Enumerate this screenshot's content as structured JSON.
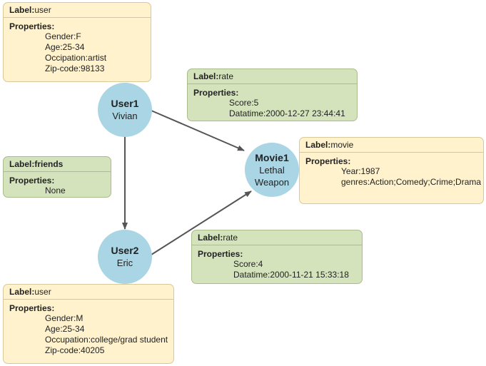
{
  "nodes": {
    "user1": {
      "name": "User1",
      "line1": "Vivian"
    },
    "user2": {
      "name": "User2",
      "line1": "Eric"
    },
    "movie1": {
      "name": "Movie1",
      "line1": "Lethal",
      "line2": "Weapon"
    }
  },
  "cards": {
    "user1": {
      "label_key": "Label:",
      "label_val": "user",
      "props_title": "Properties:",
      "props": [
        "Gender:F",
        "Age:25-34",
        "Occipation:artist",
        "Zip-code:98133"
      ]
    },
    "rate1": {
      "label_key": "Label:",
      "label_val": "rate",
      "props_title": "Properties:",
      "props": [
        "Score:5",
        "Datatime:2000-12-27 23:44:41"
      ]
    },
    "friends": {
      "label_key": "Label:",
      "label_val": "friends",
      "props_title": "Properties:",
      "props": [
        "None"
      ]
    },
    "movie": {
      "label_key": "Label:",
      "label_val": "movie",
      "props_title": "Properties:",
      "props": [
        "Year:1987",
        "genres:Action;Comedy;Crime;Drama"
      ]
    },
    "rate2": {
      "label_key": "Label:",
      "label_val": "rate",
      "props_title": "Properties:",
      "props": [
        "Score:4",
        "Datatime:2000-11-21 15:33:18"
      ]
    },
    "user2": {
      "label_key": "Label:",
      "label_val": "user",
      "props_title": "Properties:",
      "props": [
        "Gender:M",
        "Age:25-34",
        "Occupation:college/grad student",
        "Zip-code:40205"
      ]
    }
  },
  "colors": {
    "node_fill": "#a9d5e4",
    "yellow_card": "#fff2cc",
    "green_card": "#d5e3bd",
    "edge": "#555555"
  }
}
